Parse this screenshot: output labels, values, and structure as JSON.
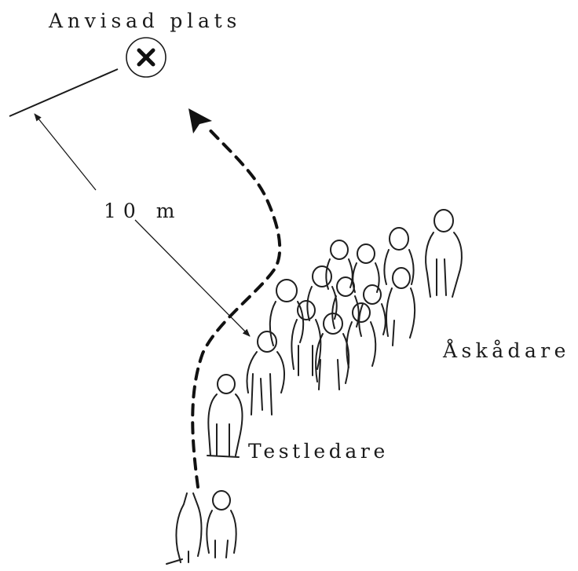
{
  "labels": {
    "target": "Anvisad plats",
    "distance": "10 m",
    "spectators": "Åskådare",
    "test_leader": "Testledare"
  },
  "colors": {
    "background": "#ffffff",
    "ink": "#1a1a1a"
  },
  "icons": {
    "target_marker": "circled-x-icon",
    "path_arrow": "dashed-curved-arrow",
    "distance_arrow": "double-headed-arrow"
  }
}
